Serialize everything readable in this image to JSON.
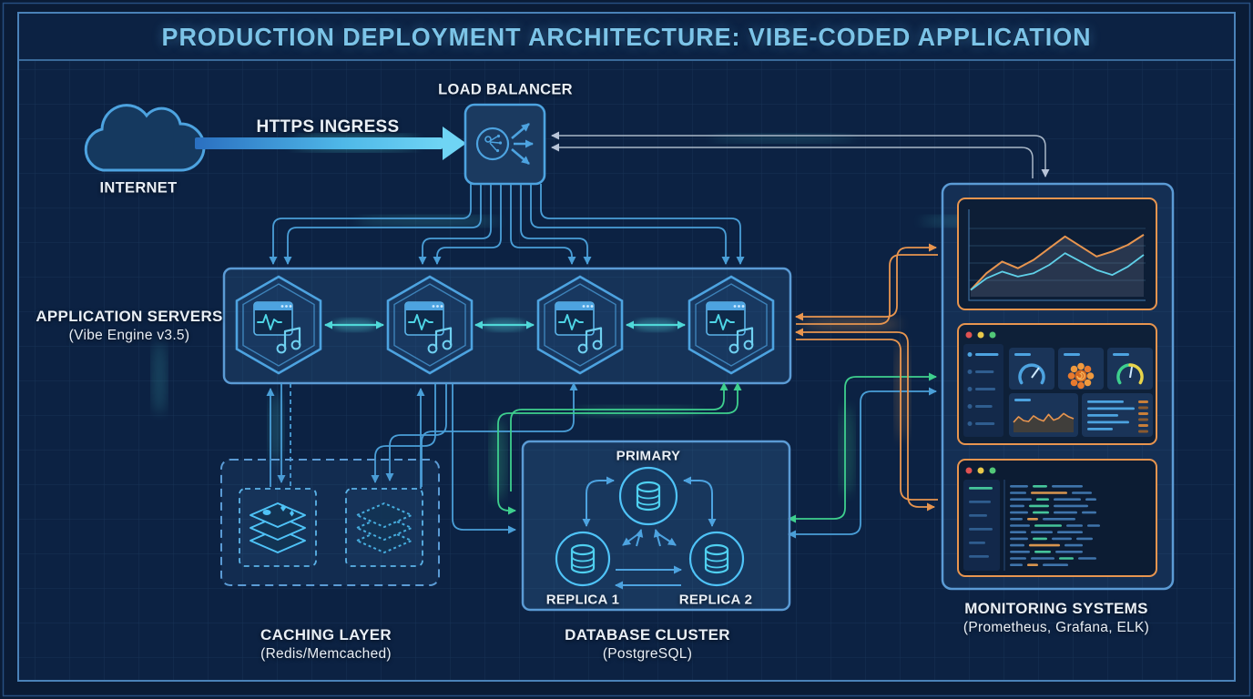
{
  "title": "PRODUCTION DEPLOYMENT ARCHITECTURE: VIBE-CODED APPLICATION",
  "internet": {
    "label": "INTERNET"
  },
  "ingress": {
    "label": "HTTPS INGRESS"
  },
  "load_balancer": {
    "label": "LOAD BALANCER"
  },
  "app_servers": {
    "label": "APPLICATION SERVERS",
    "sublabel": "(Vibe Engine v3.5)",
    "instance_count": 4
  },
  "caching": {
    "label": "CACHING LAYER",
    "sublabel": "(Redis/Memcached)"
  },
  "database": {
    "label": "DATABASE CLUSTER",
    "sublabel": "(PostgreSQL)",
    "primary": "PRIMARY",
    "replica1": "REPLICA 1",
    "replica2": "REPLICA 2"
  },
  "monitoring": {
    "label": "MONITORING SYSTEMS",
    "sublabel": "(Prometheus, Grafana, ELK)"
  },
  "colors": {
    "accent_blue": "#4a9fd8",
    "accent_cyan": "#4fd8d8",
    "accent_green": "#3ecf8e",
    "accent_orange": "#e8954f",
    "frame": "#4a82b8",
    "bg": "#0c2243",
    "log_blue": "#3f74ab",
    "log_teal": "#45c49a",
    "log_orange": "#d8954f"
  },
  "chart_data": [
    {
      "type": "line",
      "title": "metrics-graph",
      "x": [
        0,
        1,
        2,
        3,
        4,
        5,
        6,
        7,
        8,
        9,
        10,
        11
      ],
      "series": [
        {
          "name": "orange",
          "color": "#e8954f",
          "values": [
            8,
            28,
            42,
            34,
            44,
            58,
            72,
            60,
            48,
            54,
            62,
            74
          ]
        },
        {
          "name": "cyan",
          "color": "#5fd0e8",
          "values": [
            8,
            22,
            30,
            24,
            28,
            38,
            52,
            42,
            32,
            26,
            36,
            50
          ]
        }
      ],
      "ylim": [
        0,
        100
      ],
      "grid": true,
      "legend": "none"
    },
    {
      "type": "area",
      "title": "grafana-mini-chart",
      "color": "#e8954f",
      "values": [
        35,
        58,
        42,
        38,
        62,
        48,
        40,
        68,
        44,
        52,
        72,
        58,
        50
      ],
      "ylim": [
        0,
        100
      ]
    }
  ],
  "monitoring_ui": {
    "grafana_sidebar": [
      30,
      24,
      26,
      22,
      25
    ],
    "grafana_text_lines": [
      40,
      52,
      34,
      46,
      28
    ],
    "grafana_dash_column": 6,
    "logs_sidebar": [
      26,
      24,
      20,
      26,
      18,
      22
    ],
    "log_rows": [
      [
        [
          20,
          "b"
        ],
        [
          16,
          "t"
        ],
        [
          34,
          "b"
        ]
      ],
      [
        [
          18,
          "b"
        ],
        [
          40,
          "o"
        ],
        [
          22,
          "b"
        ]
      ],
      [
        [
          24,
          "b"
        ],
        [
          14,
          "t"
        ],
        [
          30,
          "b"
        ],
        [
          12,
          "b"
        ]
      ],
      [
        [
          16,
          "b"
        ],
        [
          22,
          "t"
        ],
        [
          38,
          "b"
        ]
      ],
      [
        [
          20,
          "b"
        ],
        [
          18,
          "t"
        ],
        [
          26,
          "b"
        ],
        [
          16,
          "b"
        ]
      ],
      [
        [
          14,
          "b"
        ],
        [
          12,
          "o"
        ],
        [
          36,
          "b"
        ]
      ],
      [
        [
          22,
          "b"
        ],
        [
          30,
          "t"
        ],
        [
          18,
          "b"
        ],
        [
          14,
          "b"
        ]
      ],
      [
        [
          18,
          "b"
        ],
        [
          24,
          "b"
        ],
        [
          28,
          "b"
        ]
      ],
      [
        [
          20,
          "b"
        ],
        [
          16,
          "t"
        ],
        [
          22,
          "b"
        ],
        [
          18,
          "b"
        ]
      ],
      [
        [
          16,
          "b"
        ],
        [
          34,
          "o"
        ],
        [
          20,
          "b"
        ]
      ],
      [
        [
          22,
          "b"
        ],
        [
          18,
          "t"
        ],
        [
          30,
          "b"
        ]
      ],
      [
        [
          18,
          "b"
        ],
        [
          26,
          "b"
        ],
        [
          16,
          "t"
        ],
        [
          20,
          "b"
        ]
      ],
      [
        [
          14,
          "b"
        ],
        [
          12,
          "o"
        ],
        [
          28,
          "b"
        ]
      ]
    ]
  }
}
